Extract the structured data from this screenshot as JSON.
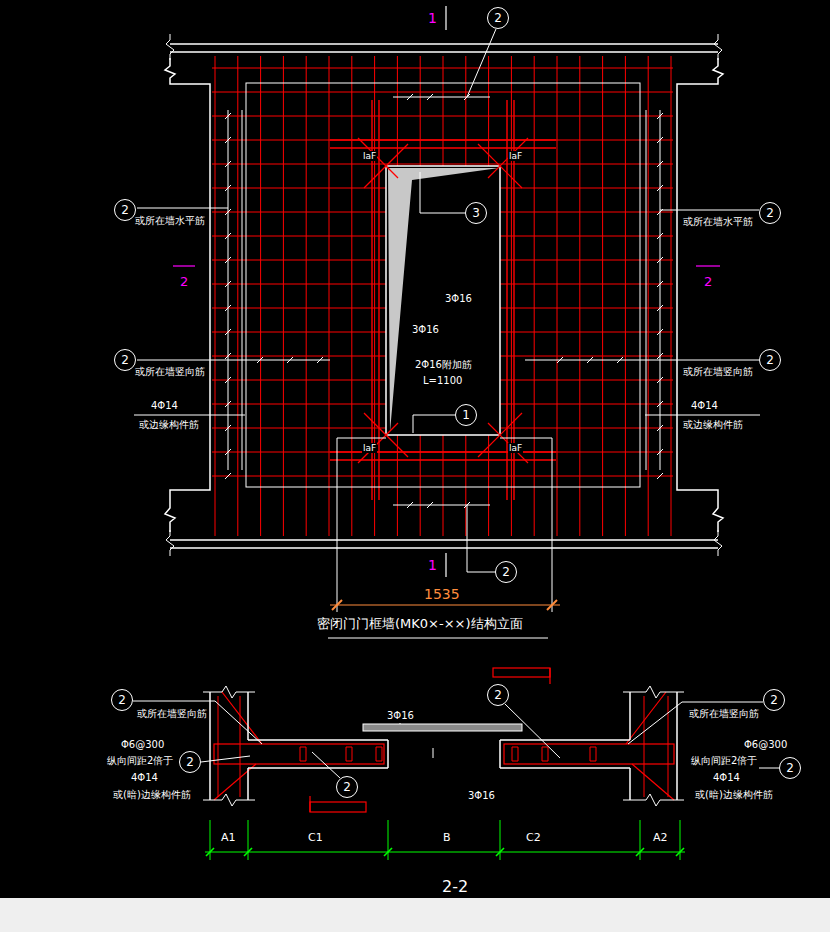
{
  "diagram": {
    "title": "密闭门门框墙(MK0×-××)结构立面",
    "nodes": [
      {
        "text": [
          "2"
        ]
      },
      {
        "text": [
          "2"
        ]
      },
      {
        "text": [
          "3"
        ]
      },
      {
        "text": [
          "2"
        ]
      },
      {
        "text": [
          "2"
        ]
      },
      {
        "text": [
          "2"
        ]
      },
      {
        "text": [
          "1"
        ]
      },
      {
        "text": [
          "2"
        ]
      },
      {
        "text": [
          "2"
        ]
      },
      {
        "text": [
          "2"
        ]
      },
      {
        "text": [
          "2"
        ]
      },
      {
        "text": [
          "2"
        ]
      },
      {
        "text": [
          "2"
        ]
      },
      {
        "text": [
          "2"
        ]
      }
    ],
    "labels": [
      "1",
      "laF",
      "laF",
      "或所在墙水平筋",
      "或所在墙水平筋",
      "2",
      "2",
      "3Φ16",
      "3Φ16",
      "2Φ16附加筋",
      "L=1100",
      "或所在墙竖向筋",
      "或所在墙竖向筋",
      "4Φ14",
      "或边缘构件筋",
      "4Φ14",
      "或边缘构件筋",
      "laF",
      "laF",
      "1",
      "1535",
      "3Φ16",
      "或所在墙竖向筋",
      "或所在墙竖向筋",
      "Φ6@300",
      "Φ6@300",
      "纵向间距2倍于",
      "纵向间距2倍于",
      "4Φ14",
      "4Φ14",
      "或(暗)边缘构件筋",
      "或(暗)边缘构件筋",
      "3Φ16",
      "A1",
      "C1",
      "B",
      "C2",
      "A2",
      "2-2"
    ]
  }
}
